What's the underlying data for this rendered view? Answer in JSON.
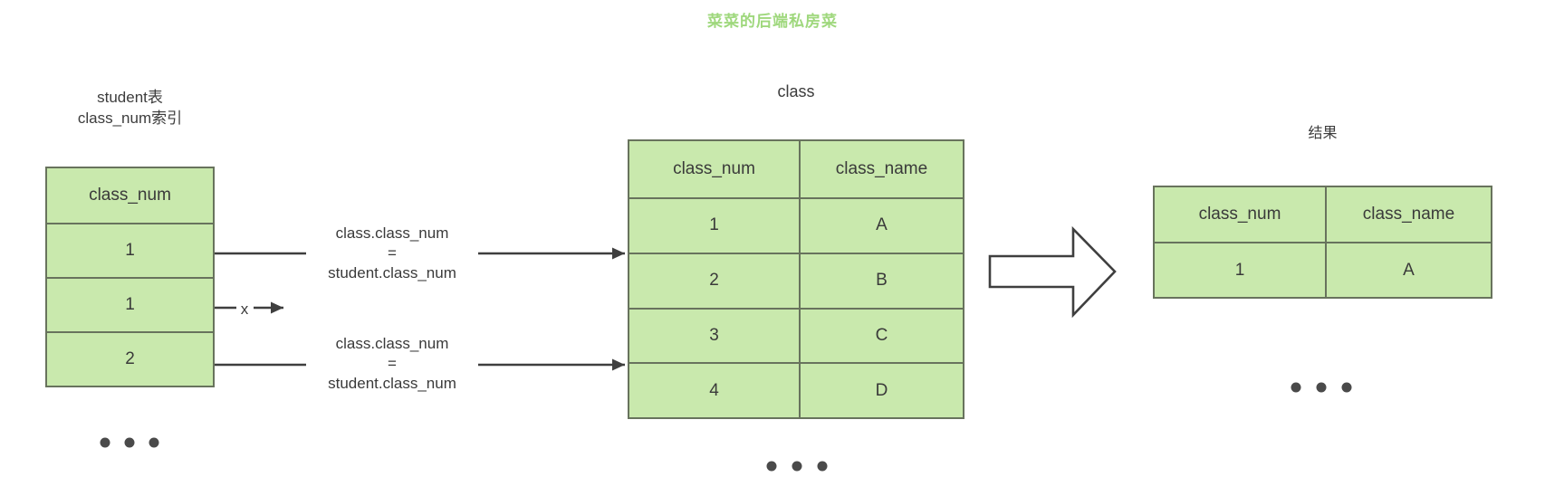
{
  "watermark": "菜菜的后端私房菜",
  "student_table": {
    "title_line1": "student表",
    "title_line2": "class_num索引",
    "header": "class_num",
    "rows": [
      "1",
      "1",
      "2"
    ]
  },
  "class_table": {
    "title": "class",
    "headers": [
      "class_num",
      "class_name"
    ],
    "rows": [
      [
        "1",
        "A"
      ],
      [
        "2",
        "B"
      ],
      [
        "3",
        "C"
      ],
      [
        "4",
        "D"
      ]
    ]
  },
  "result_table": {
    "title": "结果",
    "headers": [
      "class_num",
      "class_name"
    ],
    "rows": [
      [
        "1",
        "A"
      ]
    ]
  },
  "join_condition": {
    "line1": "class.class_num",
    "line2": "=",
    "line3": "student.class_num"
  },
  "no_match_marker": "x",
  "colors": {
    "table_fill": "#c9e9ad",
    "table_border": "#68735d",
    "watermark_green": "#9fd87d",
    "line_color": "#3f3f3f",
    "text_color": "#3c3c3c"
  }
}
